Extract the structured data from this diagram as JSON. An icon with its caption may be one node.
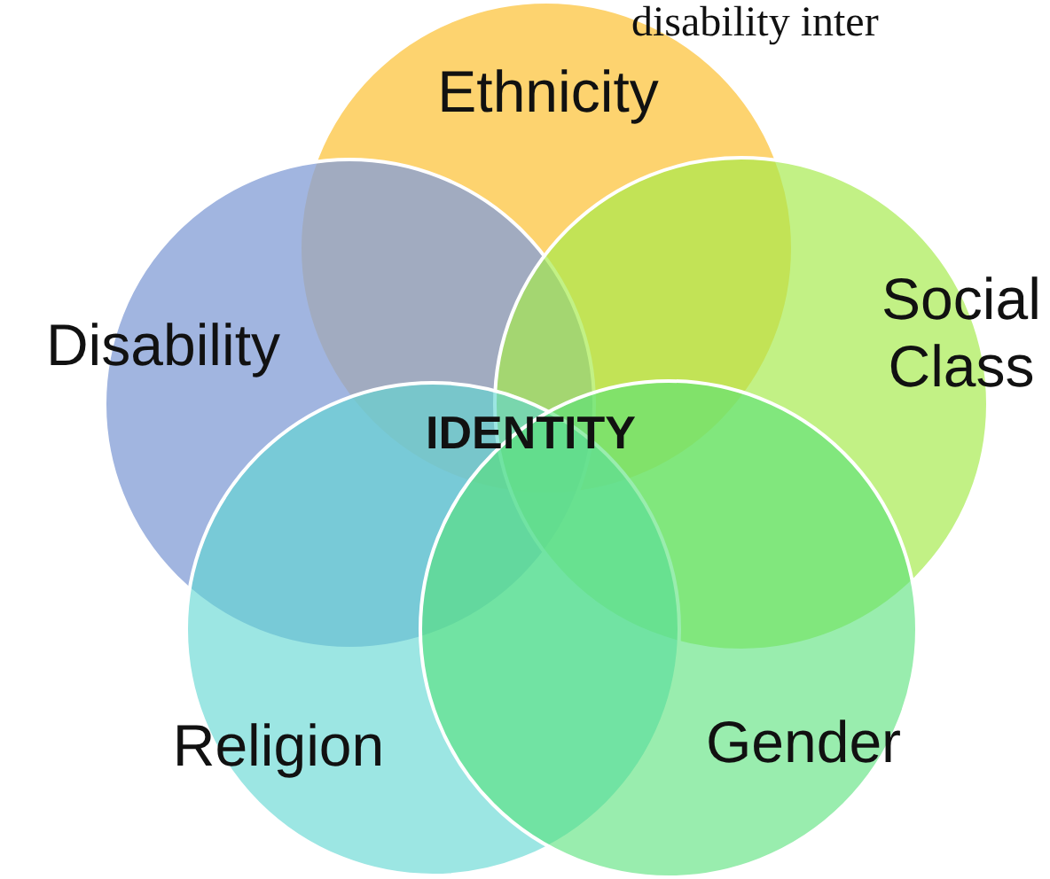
{
  "diagram": {
    "nodes": [
      {
        "text": [
          "Ethnicity"
        ]
      },
      {
        "text": [
          "Disability"
        ]
      },
      {
        "text": [
          "Social Class"
        ]
      },
      {
        "text": [
          "Religion"
        ]
      },
      {
        "text": [
          "Gender"
        ]
      }
    ],
    "edges": [],
    "labels": [
      "disability inter",
      "IDENTITY"
    ]
  }
}
